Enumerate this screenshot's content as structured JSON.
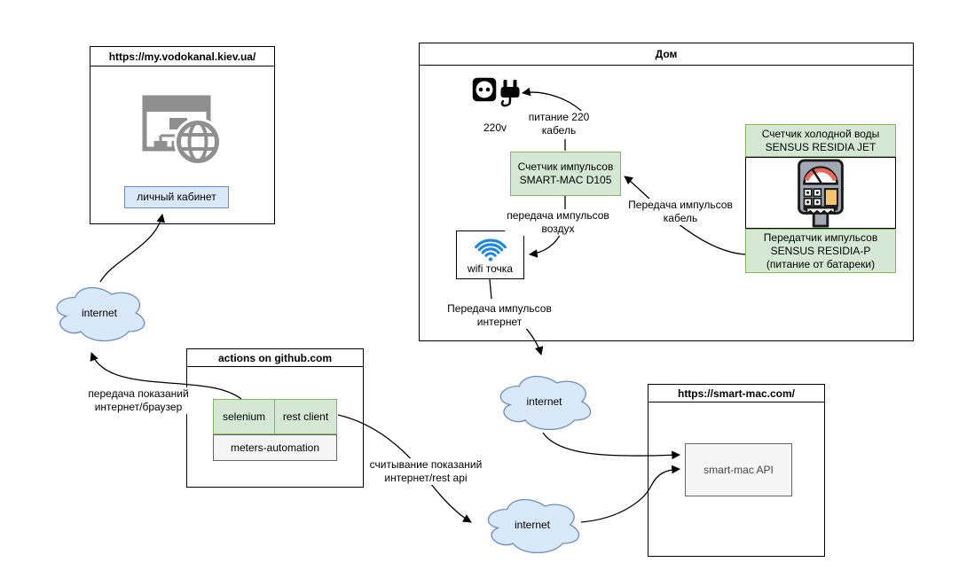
{
  "colors": {
    "green_fill": "#d5e8d4",
    "green_border": "#82b366",
    "blue_fill": "#dae8fc",
    "blue_border": "#6c8ebf",
    "gray_fill": "#f5f5f5",
    "gray_border": "#666666",
    "edge": "#000000",
    "icon_gray": "#8f8f8f",
    "wifi_blue": "#1c86e3",
    "meter_body": "#a2a9b3",
    "meter_dial_arc": "#e8685a",
    "meter_button": "#f7c56d"
  },
  "vodokanal": {
    "title": "https://my.vodokanal.kiev.ua/",
    "button_label": "личный кабинет"
  },
  "house": {
    "title": "Дом",
    "voltage": "220v",
    "power_edge": {
      "line1": "питание 220",
      "line2": "кабель"
    },
    "pulse_counter": {
      "line1": "Счетчик импульсов",
      "line2": "SMART-MAC D105"
    },
    "cold_meter": {
      "line1": "Счетчик холодной воды",
      "line2": "SENSUS RESIDIA JET"
    },
    "transmitter": {
      "line1": "Передатчик импульсов",
      "line2": "SENSUS RESIDIA-P",
      "line3": "(питание от батареки)"
    },
    "wifi": {
      "label": "wifi точка"
    },
    "air_edge": {
      "line1": "передача импульсов",
      "line2": "воздух"
    },
    "cable_edge": {
      "line1": "Передача импульсов",
      "line2": "кабель"
    },
    "inet_edge": {
      "line1": "Передача импульсов",
      "line2": "интернет"
    }
  },
  "github": {
    "title": "actions on github.com",
    "selenium": "selenium",
    "rest_client": "rest client",
    "repo": "meters-automation"
  },
  "smartmac": {
    "title": "https://smart-mac.com/",
    "api": "smart-mac API"
  },
  "clouds": {
    "left": "internet",
    "middle": "internet",
    "bottom": "internet"
  },
  "edges": {
    "browser": {
      "line1": "передача показаний",
      "line2": "интернет/браузер"
    },
    "rest": {
      "line1": "считывание показаний",
      "line2": "интернет/rest api"
    }
  }
}
